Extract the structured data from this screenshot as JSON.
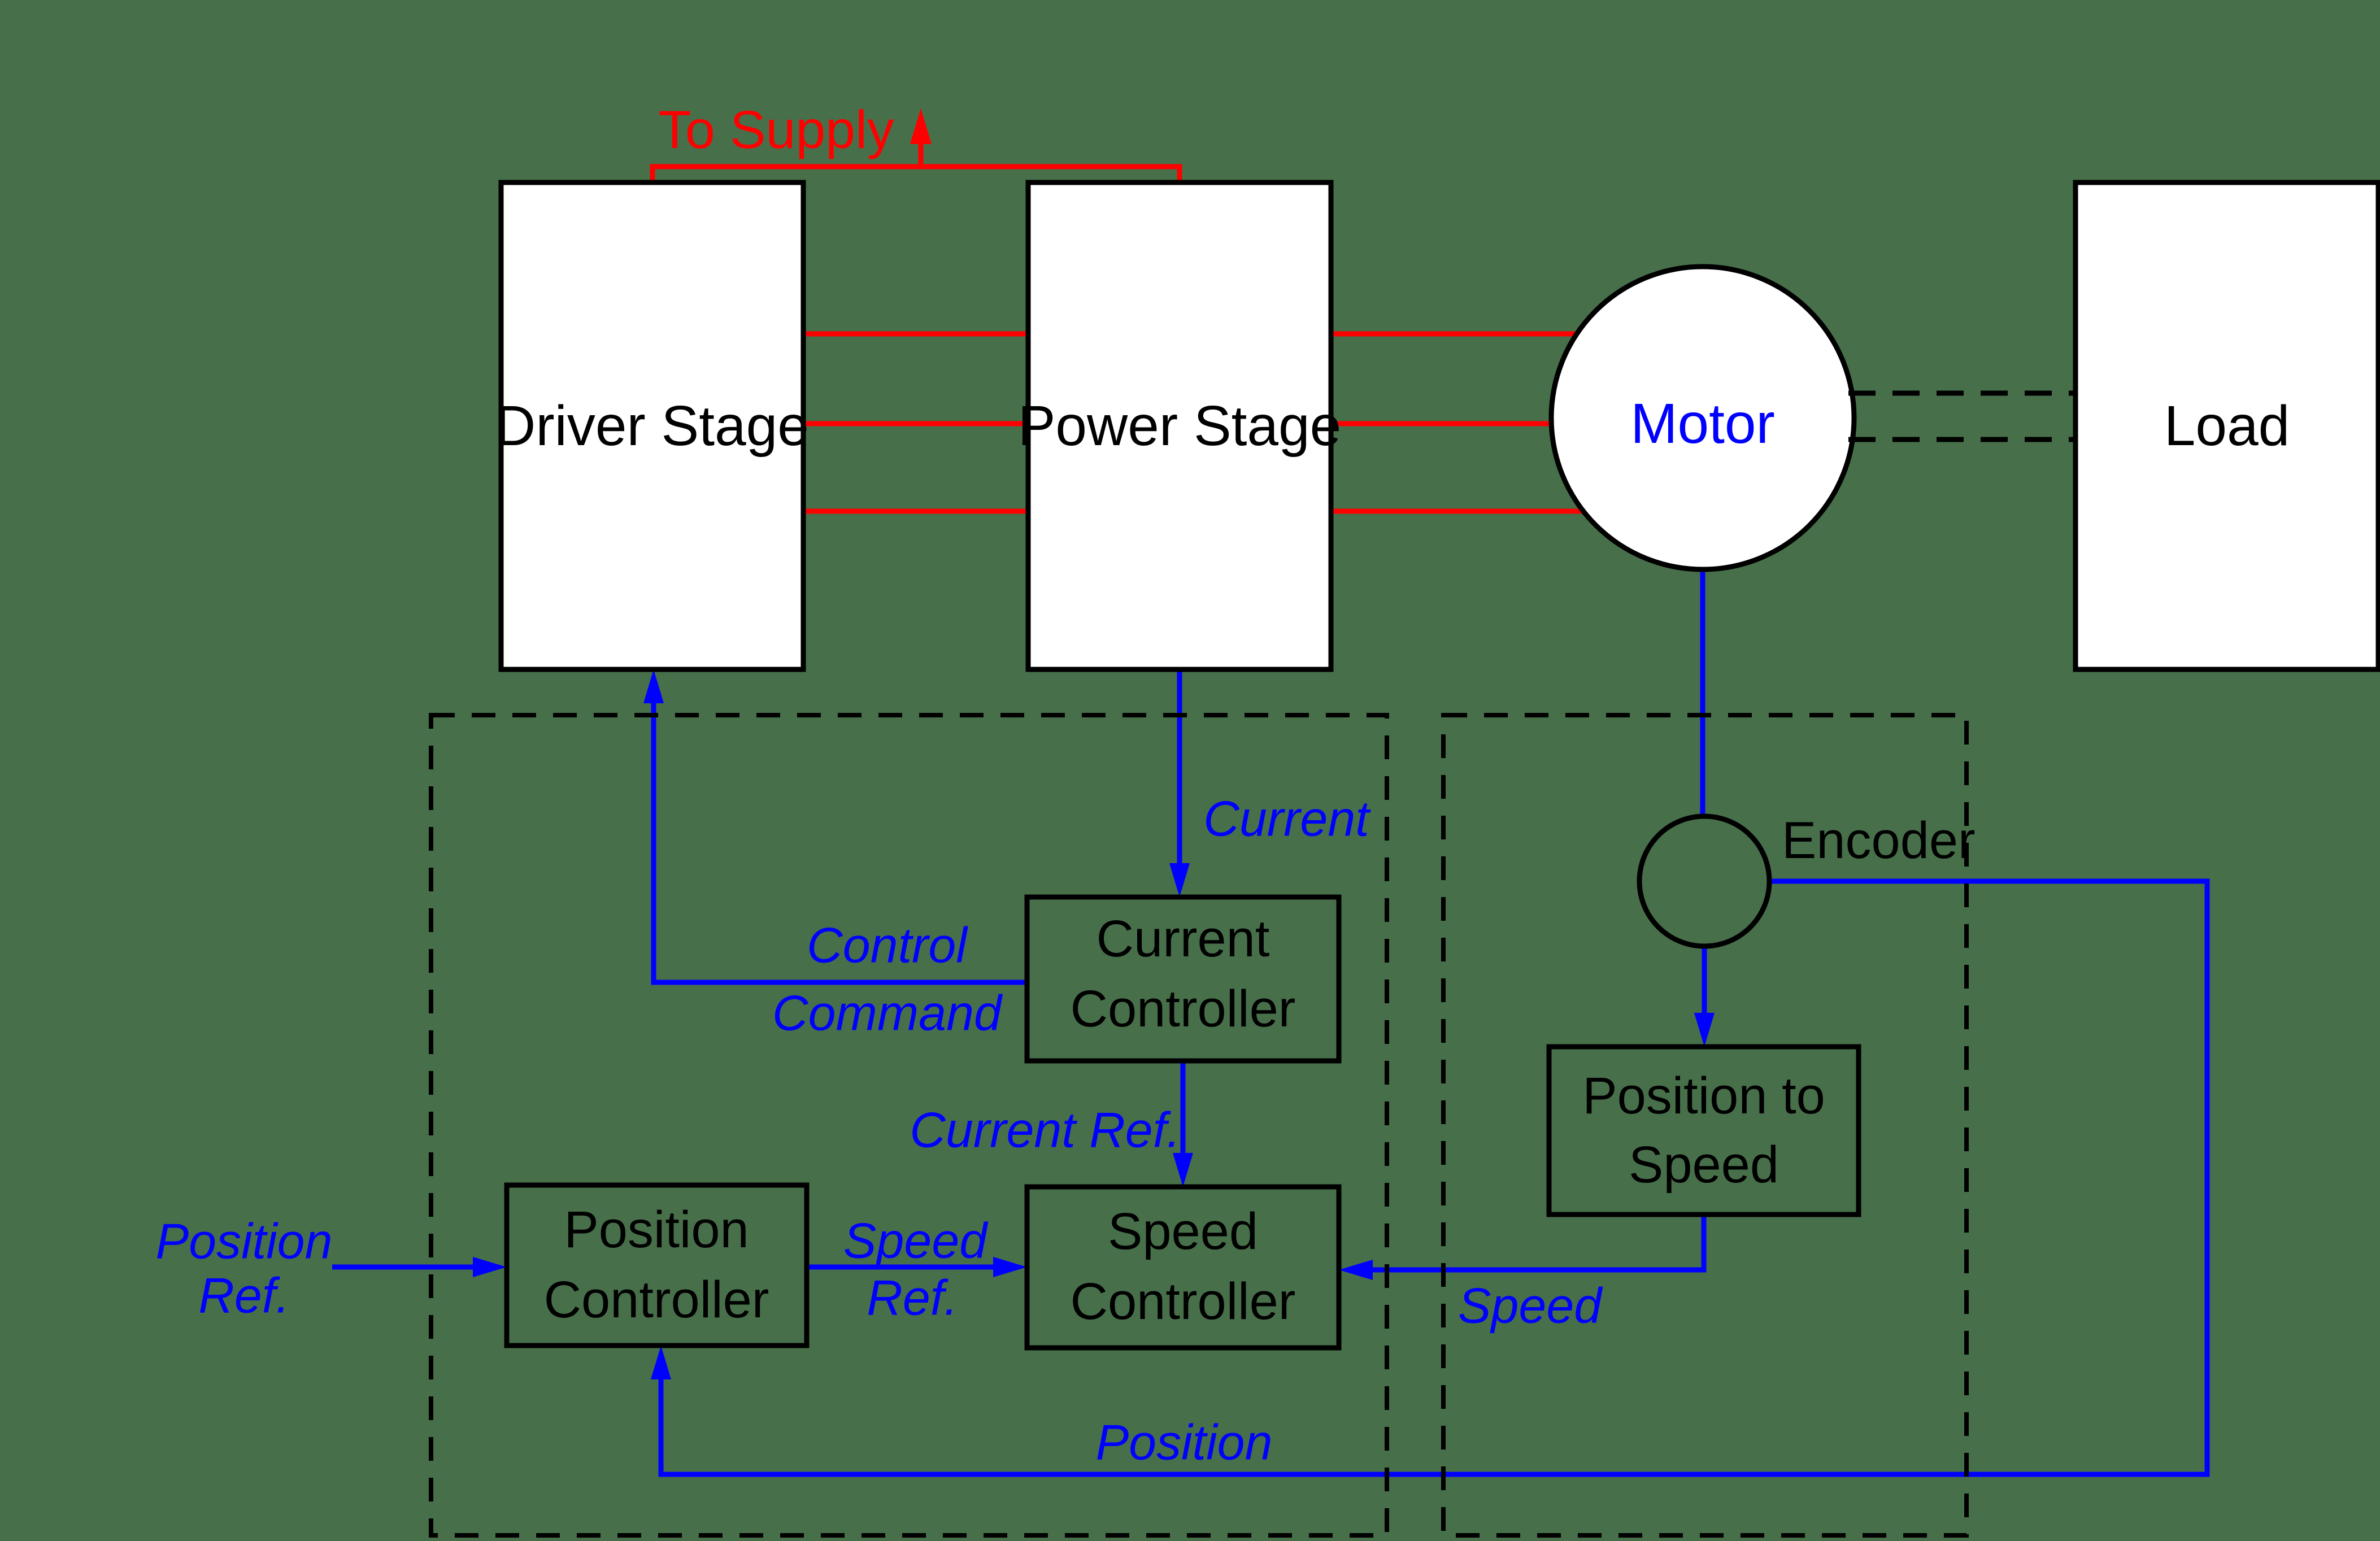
{
  "diagram": {
    "title_note": "Motor position/speed/current cascade control block diagram",
    "supply_label": "To Supply",
    "blocks": {
      "driver": "Driver Stage",
      "power": "Power Stage",
      "motor": "Motor",
      "load": "Load",
      "encoder": "Encoder",
      "current_controller": [
        "Current",
        "Controller"
      ],
      "speed_controller": [
        "Speed",
        "Controller"
      ],
      "position_controller": [
        "Position",
        "Controller"
      ],
      "position_to_speed": [
        "Position to",
        "Speed"
      ]
    },
    "signals": {
      "current": "Current",
      "control_command": [
        "Control",
        "Command"
      ],
      "current_ref": "Current Ref.",
      "position_ref": [
        "Position",
        "Ref."
      ],
      "speed_ref": [
        "Speed",
        "Ref."
      ],
      "speed": "Speed",
      "position": "Position"
    },
    "colors": {
      "background": "#47704A",
      "power_lines": "#FF0000",
      "signal_lines": "#0000FF",
      "outlines": "#000000",
      "block_fill": "#FFFFFF"
    }
  }
}
